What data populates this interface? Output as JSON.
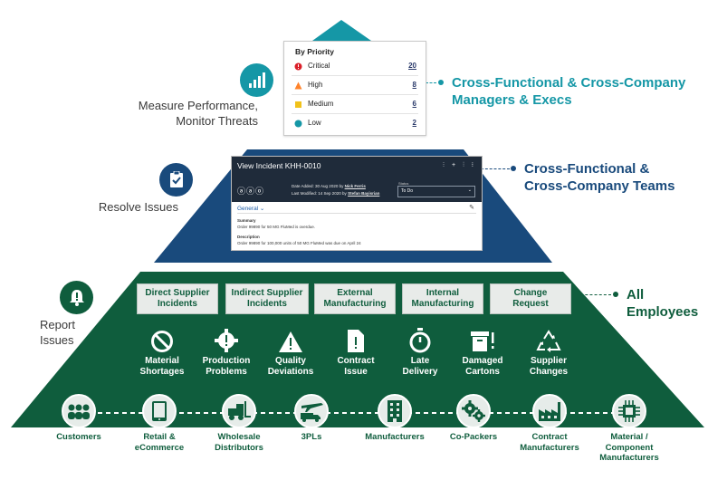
{
  "colors": {
    "teal": "#1597a6",
    "navy": "#194a7c",
    "green": "#0f5d3d",
    "green_light": "#e6ece9"
  },
  "left_labels": {
    "top": [
      "Measure Performance,",
      "Monitor Threats"
    ],
    "middle": "Resolve Issues",
    "bottom": [
      "Report",
      "Issues"
    ]
  },
  "tiers": {
    "top": [
      "Cross-Functional & Cross-Company",
      "Managers & Execs"
    ],
    "middle": [
      "Cross-Functional &",
      "Cross-Company Teams"
    ],
    "bottom": [
      "All",
      "Employees"
    ]
  },
  "priority_card": {
    "title": "By Priority",
    "rows": [
      {
        "name": "Critical",
        "count": "20",
        "marker": "critical"
      },
      {
        "name": "High",
        "count": "8",
        "marker": "high"
      },
      {
        "name": "Medium",
        "count": "6",
        "marker": "medium"
      },
      {
        "name": "Low",
        "count": "2",
        "marker": "low"
      }
    ]
  },
  "incident_card": {
    "title": "View Incident KHH-0010",
    "tools": "ⵗ + ⫶ ⁝",
    "date_added_label": "Date Added:",
    "date_added": "30 Aug 2020 by",
    "date_added_user": "Nick Ferris",
    "last_modified_label": "Last Modified:",
    "last_modified": "14 Sep 2020 by",
    "last_modified_user": "Stefan Bayisrian",
    "status_label": "Status",
    "status_value": "To Do",
    "tab": "General",
    "summary_label": "Summary",
    "summary_text": "Order 99890 for 50 MG FluMed is overdue.",
    "description_label": "Description",
    "description_text": "Order 99890 for 100,000 units of 50 MG FluMed was due on April 24"
  },
  "incident_types": [
    [
      "Direct Supplier",
      "Incidents"
    ],
    [
      "Indirect Supplier",
      "Incidents"
    ],
    [
      "External",
      "Manufacturing"
    ],
    [
      "Internal",
      "Manufacturing"
    ],
    [
      "Change",
      "Request"
    ]
  ],
  "issues": [
    {
      "icon": "no-entry-icon",
      "label": [
        "Material",
        "Shortages"
      ]
    },
    {
      "icon": "gear-alert-icon",
      "label": [
        "Production",
        "Problems"
      ]
    },
    {
      "icon": "warning-triangle-icon",
      "label": [
        "Quality",
        "Deviations"
      ]
    },
    {
      "icon": "document-alert-icon",
      "label": [
        "Contract",
        "Issue"
      ]
    },
    {
      "icon": "stopwatch-icon",
      "label": [
        "Late",
        "Delivery"
      ]
    },
    {
      "icon": "damaged-box-icon",
      "label": [
        "Damaged",
        "Cartons"
      ]
    },
    {
      "icon": "recycle-icon",
      "label": [
        "Supplier",
        "Changes"
      ]
    }
  ],
  "partners": [
    {
      "icon": "people-icon",
      "label": [
        "Customers"
      ]
    },
    {
      "icon": "tablet-icon",
      "label": [
        "Retail &",
        "eCommerce"
      ]
    },
    {
      "icon": "forklift-icon",
      "label": [
        "Wholesale",
        "Distributors"
      ]
    },
    {
      "icon": "plane-truck-icon",
      "label": [
        "3PLs"
      ]
    },
    {
      "icon": "building-icon",
      "label": [
        "Manufacturers"
      ]
    },
    {
      "icon": "gears-icon",
      "label": [
        "Co-Packers"
      ]
    },
    {
      "icon": "factory-icon",
      "label": [
        "Contract",
        "Manufacturers"
      ]
    },
    {
      "icon": "chip-icon",
      "label": [
        "Material /",
        "Component",
        "Manufacturers"
      ]
    }
  ]
}
